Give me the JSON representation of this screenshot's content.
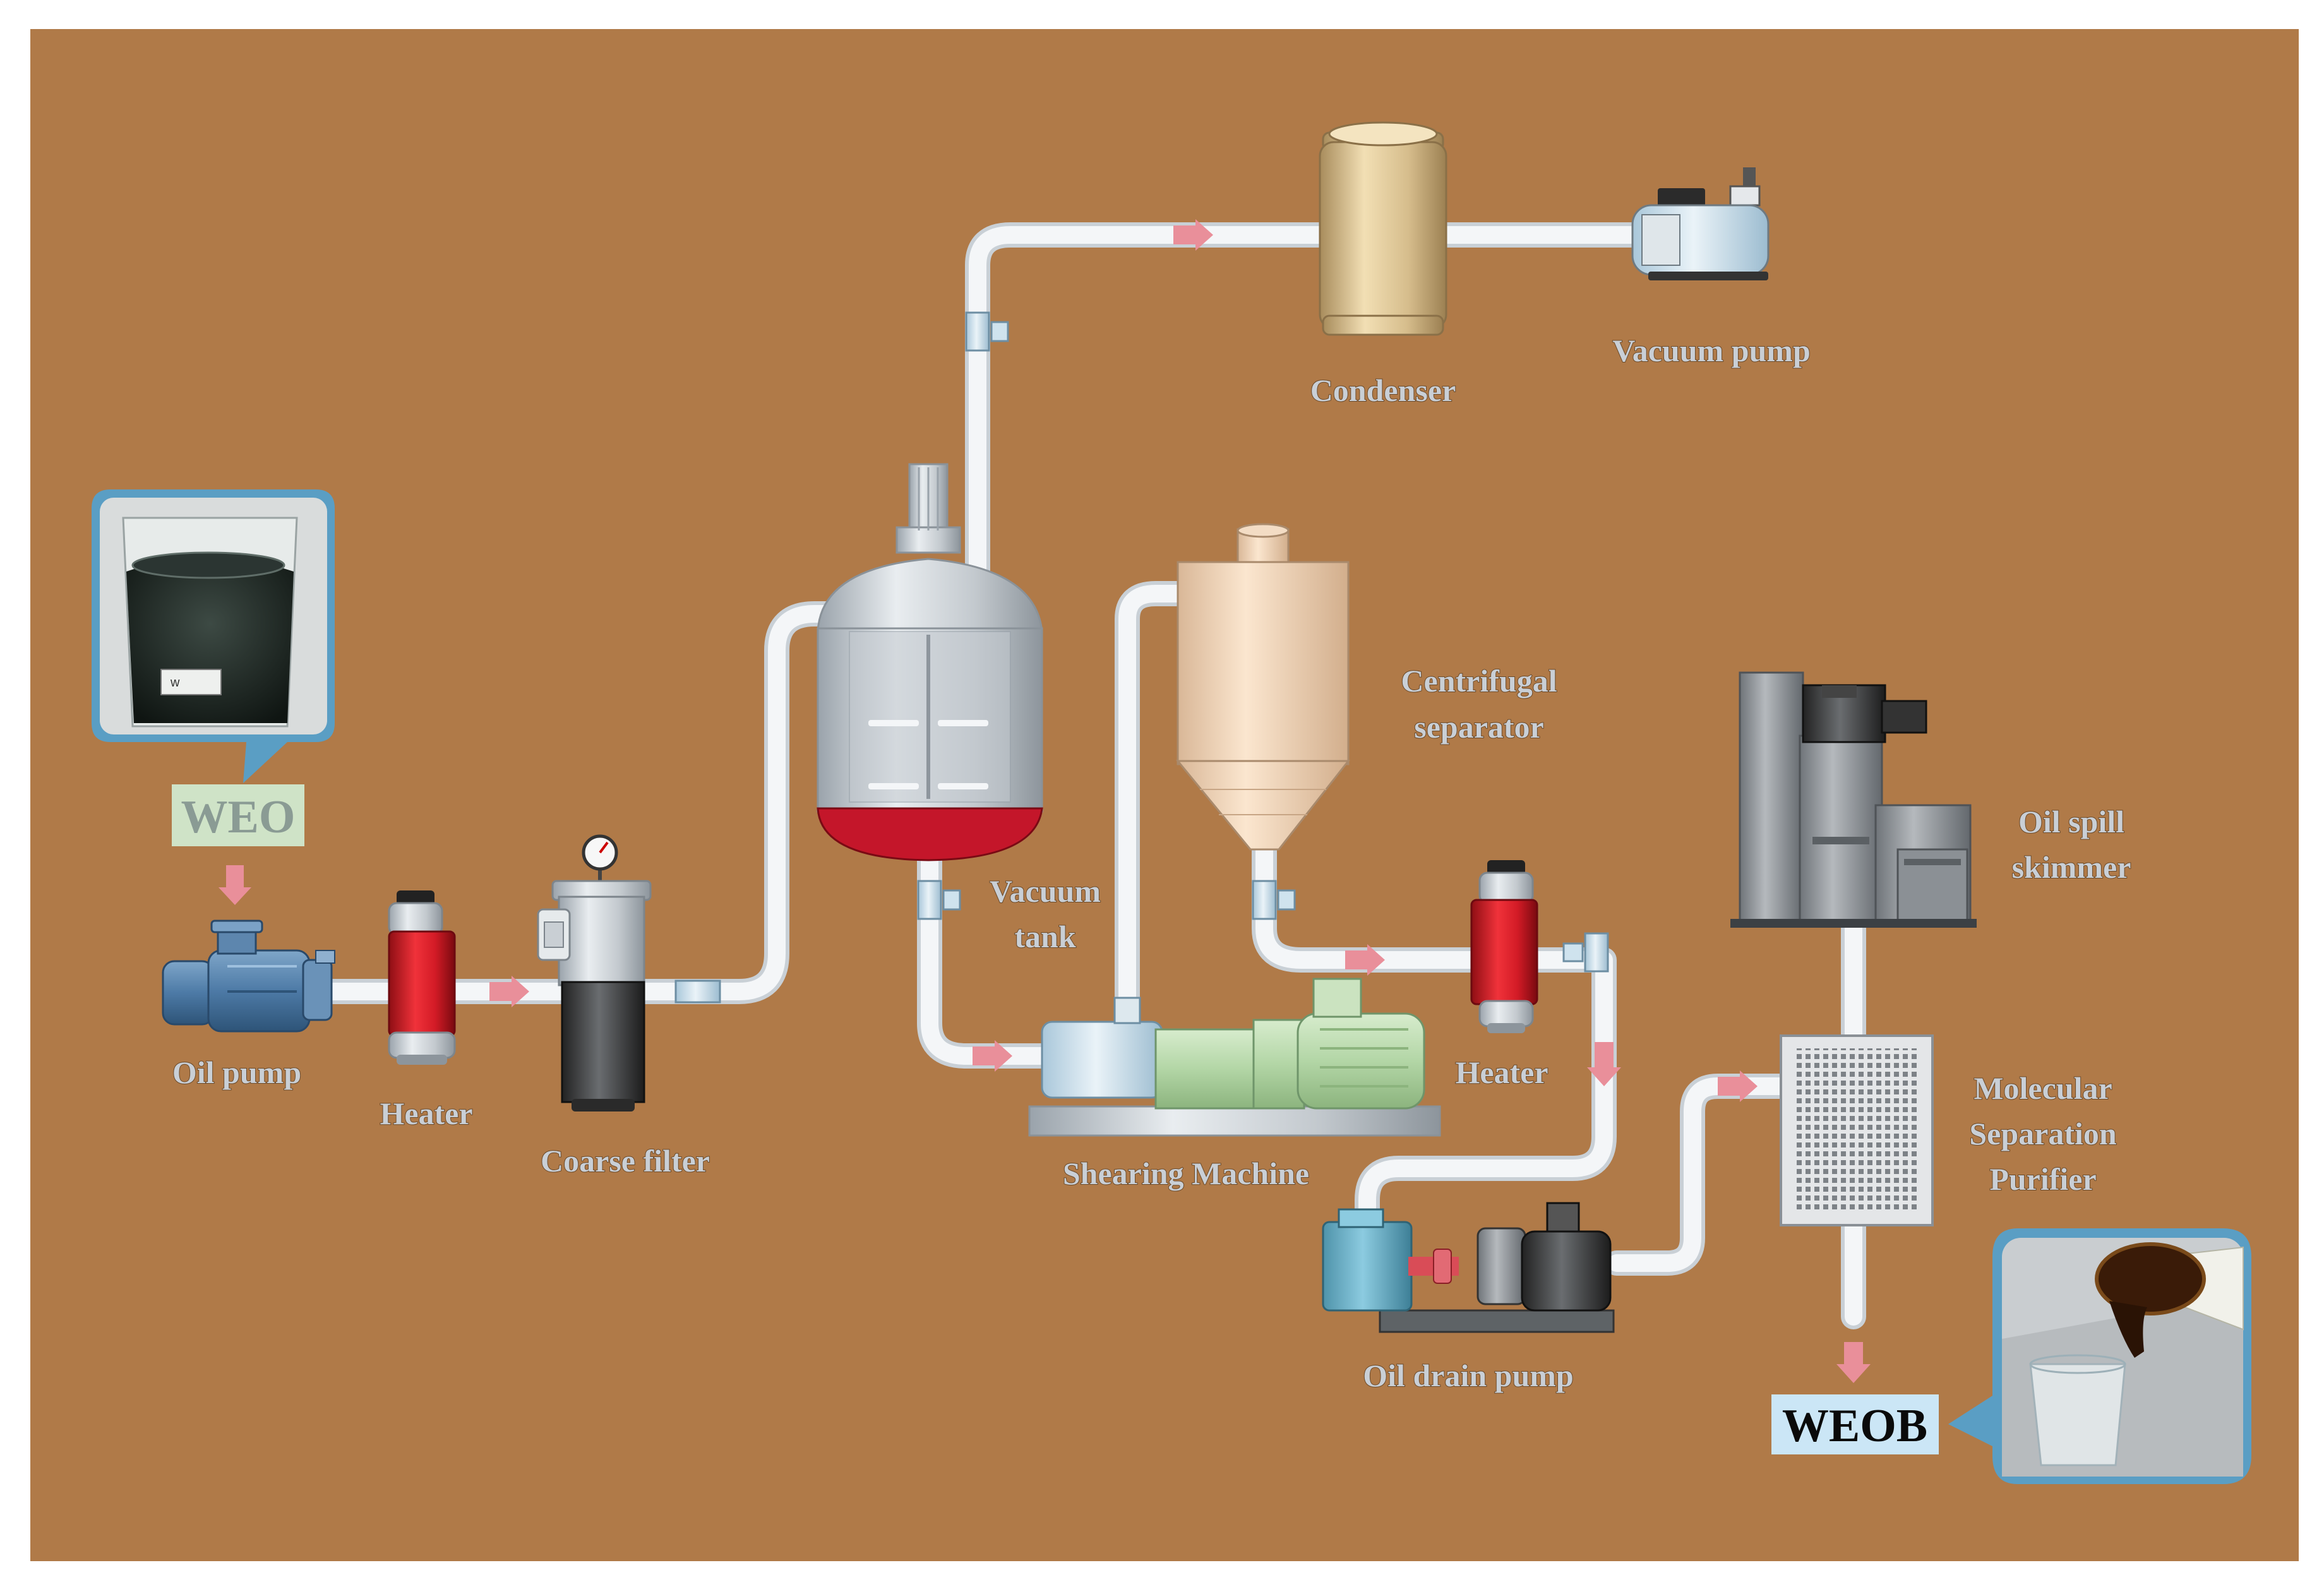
{
  "colors": {
    "background": "#b07a48",
    "pipe": "#f4f6f8",
    "flow_arrow": "#e98f9a",
    "label_text": "#c9cfd6",
    "heater_red": "#d31b26",
    "tank_liquid": "#c4162a",
    "weo_tag": "#cfe3c7",
    "weob_tag": "#cbe6f6",
    "photo_frame": "#5a9ec4"
  },
  "labels": {
    "oil_pump": "Oil pump",
    "heater_1": "Heater",
    "coarse_filter": "Coarse filter",
    "vacuum_tank_line1": "Vacuum",
    "vacuum_tank_line2": "tank",
    "condenser": "Condenser",
    "vacuum_pump": "Vacuum pump",
    "centrifugal_line1": "Centrifugal",
    "centrifugal_line2": "separator",
    "shearing_machine": "Shearing Machine",
    "heater_2": "Heater",
    "oil_spill_line1": "Oil spill",
    "oil_spill_line2": "skimmer",
    "molecular_line1": "Molecular",
    "molecular_line2": "Separation",
    "molecular_line3": "Purifier",
    "oil_drain_pump": "Oil drain pump"
  },
  "tags": {
    "input": "WEO",
    "output": "WEOB"
  },
  "icons": {
    "flow": "arrow-right-icon",
    "down": "arrow-down-icon",
    "gauge": "pressure-gauge-icon"
  }
}
